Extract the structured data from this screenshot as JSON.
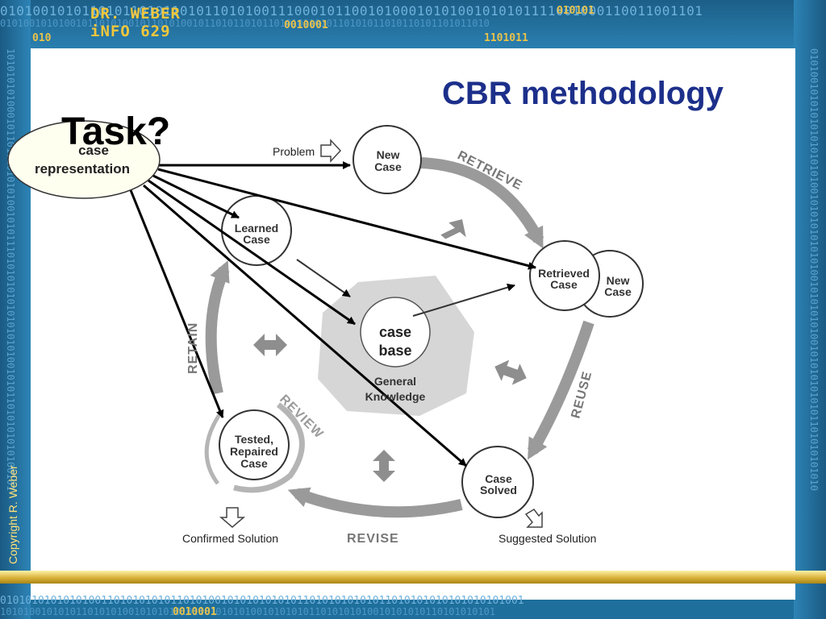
{
  "header": {
    "logo_line1": "DR. WEBER",
    "logo_line2": "iNFO 629",
    "binary_top": "01010010101101011010110101101010011100010110010100010101001010101111001000110011001101",
    "binary_top2": "010100101010010110101001011010100101101011010110101011010110101011010110101101011010",
    "bits_a": "010",
    "bits_b": "0010001",
    "bits_c": "1101011",
    "bits_d": "010101"
  },
  "footer": {
    "binary_bottom": "01010101010101001101010101011010100101010101010110101010101011010101010101010101001",
    "binary_bottom2": "1010100101010110101010010101010101101010101001010101011010101010010101010110101010101",
    "bits_e": "0010001",
    "copyright": "Copyright R. Weber"
  },
  "side": {
    "binary_left": "1010101010001011010101010100101011101010101010101010100101011010101010100101",
    "binary_right": "0101001010101010101010100101010101010100101010101001010101010101101010101010"
  },
  "slide": {
    "title": "CBR methodology",
    "task_heading": "Task?"
  },
  "diagram": {
    "case_representation": {
      "line1": "case",
      "line2": "representation"
    },
    "case_base": {
      "line1": "case",
      "line2": "base"
    },
    "general_knowledge": {
      "line1": "General",
      "line2": "Knowledge"
    },
    "problem": "Problem",
    "new_case": {
      "line1": "New",
      "line2": "Case"
    },
    "learned_case": {
      "line1": "Learned",
      "line2": "Case"
    },
    "retrieved_case": {
      "line1": "Retrieved",
      "line2": "Case"
    },
    "new_case_2": {
      "line1": "New",
      "line2": "Case"
    },
    "tested_repaired_case": {
      "line1": "Tested,",
      "line2": "Repaired",
      "line3": "Case"
    },
    "case_solved": {
      "line1": "Case",
      "line2": "Solved"
    },
    "confirmed_solution": "Confirmed Solution",
    "suggested_solution": "Suggested Solution",
    "phases": {
      "retrieve": "RETRIEVE",
      "reuse": "REUSE",
      "revise": "REVISE",
      "retain": "RETAIN",
      "review": "REVIEW"
    }
  }
}
